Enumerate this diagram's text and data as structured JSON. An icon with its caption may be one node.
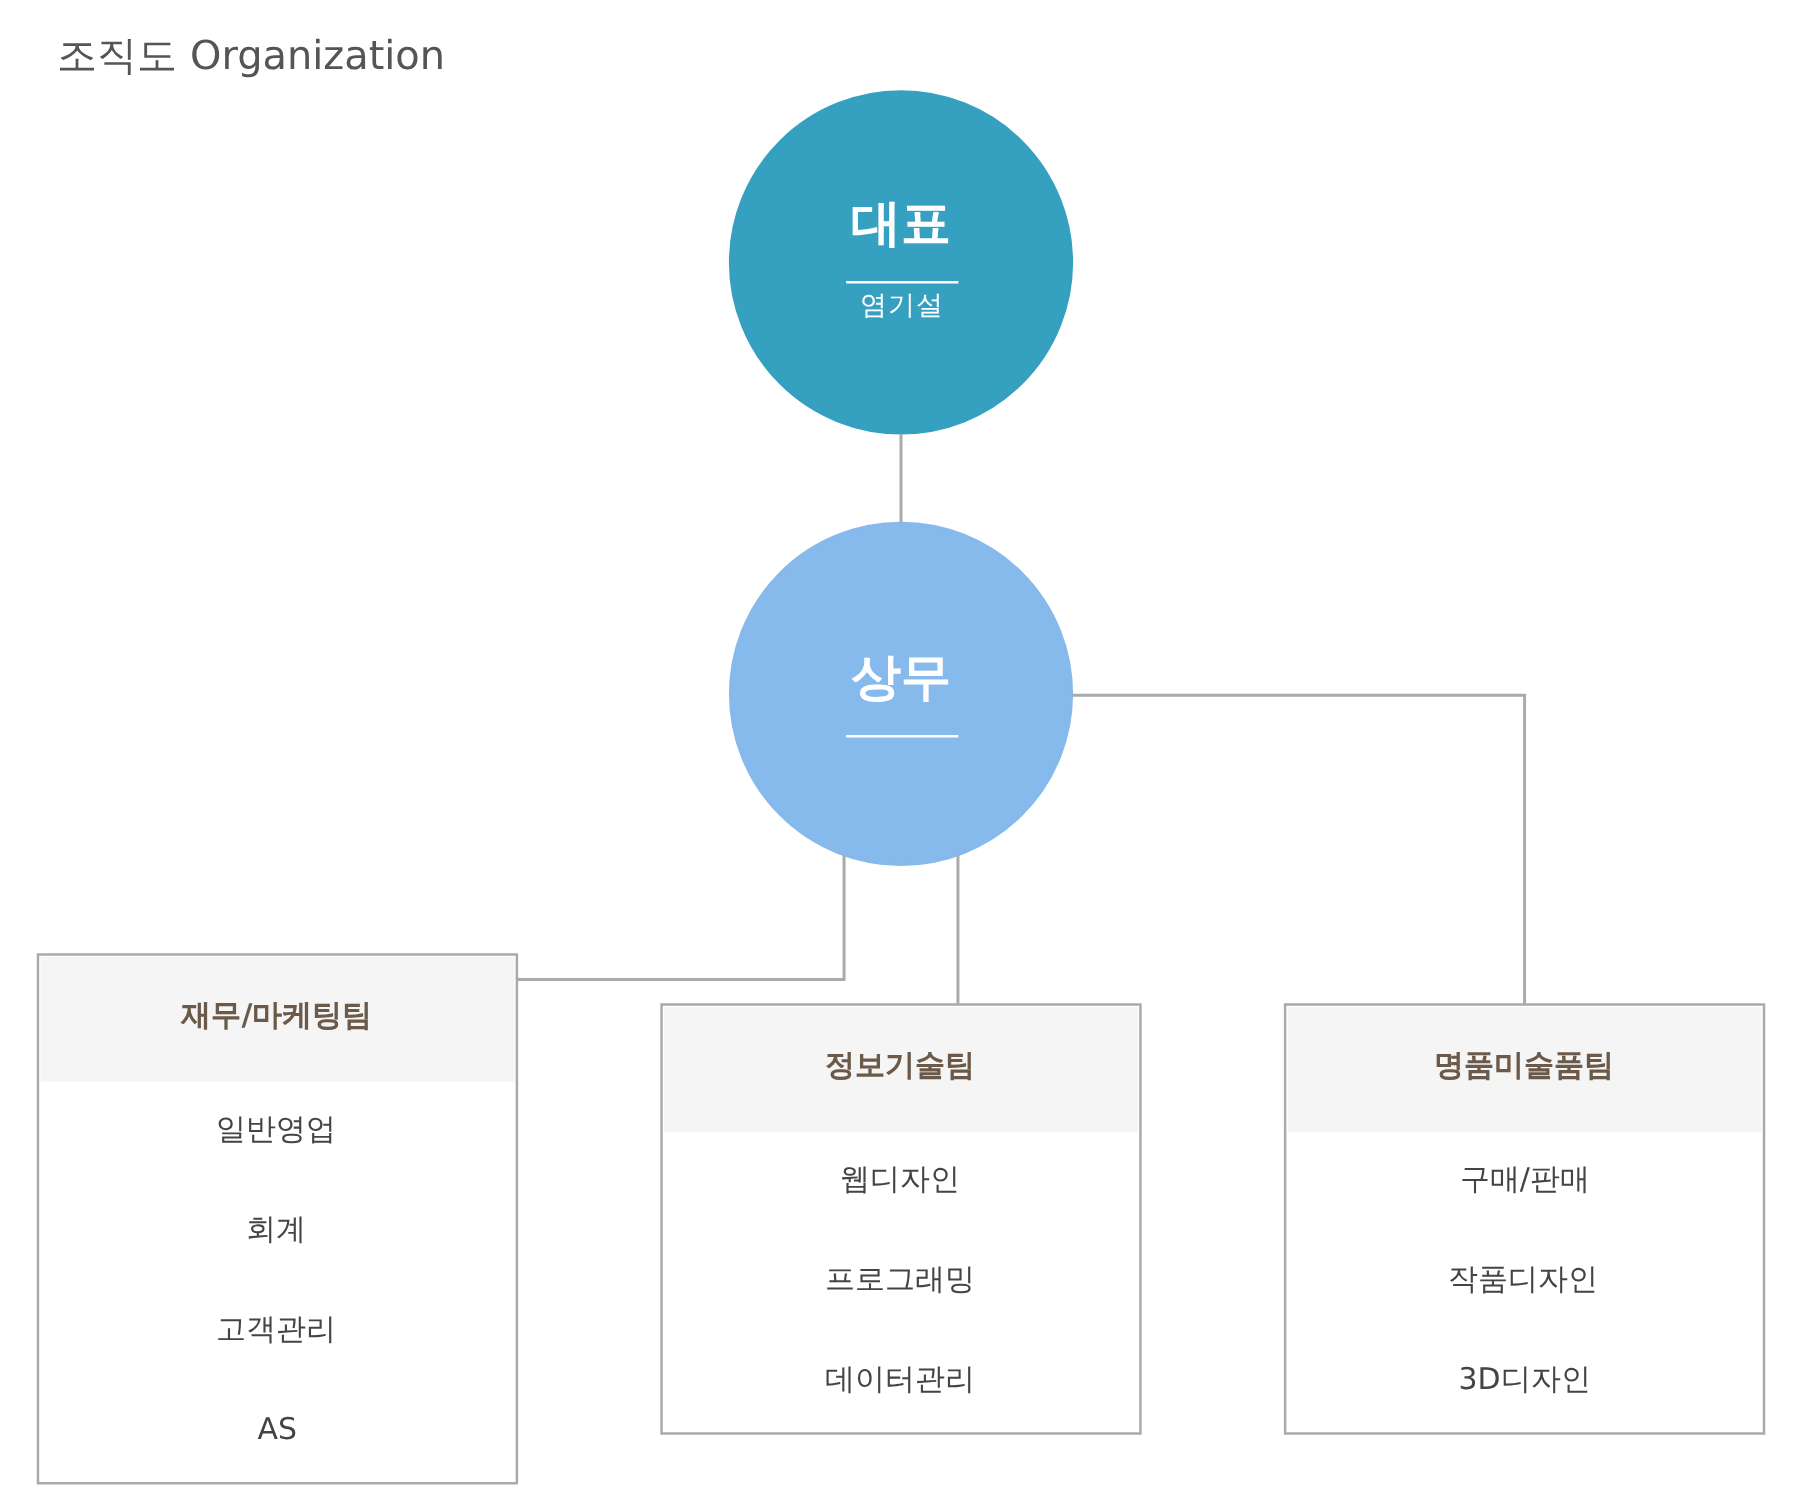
{
  "diagram": {
    "title": "조직도 Organization",
    "nodes": [
      {
        "text": [
          "대표",
          "염기설"
        ]
      },
      {
        "text": [
          "상무"
        ]
      },
      {
        "text": [
          "재무/마케팅팀",
          "일반영업",
          "회계",
          "고객관리",
          "AS"
        ]
      },
      {
        "text": [
          "정보기술팀",
          "웹디자인",
          "프로그래밍",
          "데이터관리"
        ]
      },
      {
        "text": [
          "명품미술품팀",
          "구매/판매",
          "작품디자인",
          "3D디자인"
        ]
      }
    ],
    "edges": [
      {
        "from": 0,
        "to": 1,
        "arrow": "none"
      },
      {
        "from": 1,
        "to": 2,
        "arrow": "none"
      },
      {
        "from": 1,
        "to": 3,
        "arrow": "none"
      },
      {
        "from": 1,
        "to": 4,
        "arrow": "none"
      }
    ]
  }
}
